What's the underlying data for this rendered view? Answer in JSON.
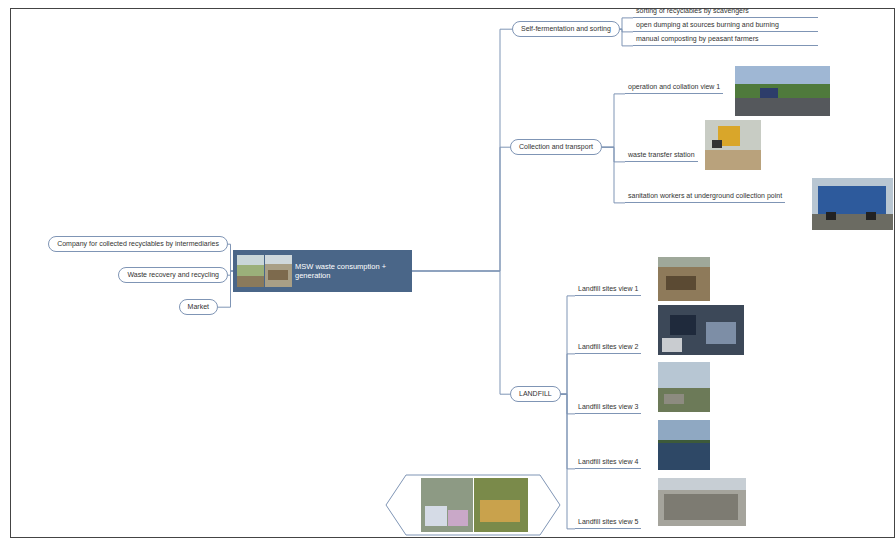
{
  "diagram": {
    "nodes": [
      {
        "text": [
          "MSW waste consumption + generation"
        ]
      },
      {
        "text": [
          "Company for collected recyclables by intermediaries"
        ]
      },
      {
        "text": [
          "Waste recovery and recycling"
        ]
      },
      {
        "text": [
          "Market"
        ]
      },
      {
        "text": [
          "Self-fermentation and sorting"
        ]
      },
      {
        "text": [
          "sorting of recyclables by scavengers"
        ]
      },
      {
        "text": [
          "open dumping at sources burning and burning"
        ]
      },
      {
        "text": [
          "manual composting by peasant farmers"
        ]
      },
      {
        "text": [
          "Collection and transport"
        ]
      },
      {
        "text": [
          "operation and collation view 1"
        ]
      },
      {
        "text": [
          "waste transfer station"
        ]
      },
      {
        "text": [
          "sanitation workers at underground collection point"
        ]
      },
      {
        "text": [
          "LANDFILL"
        ]
      },
      {
        "text": [
          "Landfill sites view 1"
        ]
      },
      {
        "text": [
          "Landfill sites view 2"
        ]
      },
      {
        "text": [
          "Landfill sites view 3"
        ]
      },
      {
        "text": [
          "Landfill sites view 4"
        ]
      },
      {
        "text": [
          "Landfill sites view 5"
        ]
      }
    ],
    "edges": [
      {
        "from": 0,
        "to": 1,
        "arrow": "none"
      },
      {
        "from": 0,
        "to": 2,
        "arrow": "none"
      },
      {
        "from": 0,
        "to": 3,
        "arrow": "none"
      },
      {
        "from": 0,
        "to": 4,
        "arrow": "none"
      },
      {
        "from": 0,
        "to": 8,
        "arrow": "none"
      },
      {
        "from": 0,
        "to": 12,
        "arrow": "none"
      },
      {
        "from": 4,
        "to": 5,
        "arrow": "none"
      },
      {
        "from": 4,
        "to": 6,
        "arrow": "none"
      },
      {
        "from": 4,
        "to": 7,
        "arrow": "none"
      },
      {
        "from": 8,
        "to": 9,
        "arrow": "none"
      },
      {
        "from": 8,
        "to": 10,
        "arrow": "none"
      },
      {
        "from": 8,
        "to": 11,
        "arrow": "none"
      },
      {
        "from": 12,
        "to": 13,
        "arrow": "none"
      },
      {
        "from": 12,
        "to": 14,
        "arrow": "none"
      },
      {
        "from": 12,
        "to": 15,
        "arrow": "none"
      },
      {
        "from": 12,
        "to": 16,
        "arrow": "none"
      },
      {
        "from": 12,
        "to": 17,
        "arrow": "none"
      }
    ]
  }
}
